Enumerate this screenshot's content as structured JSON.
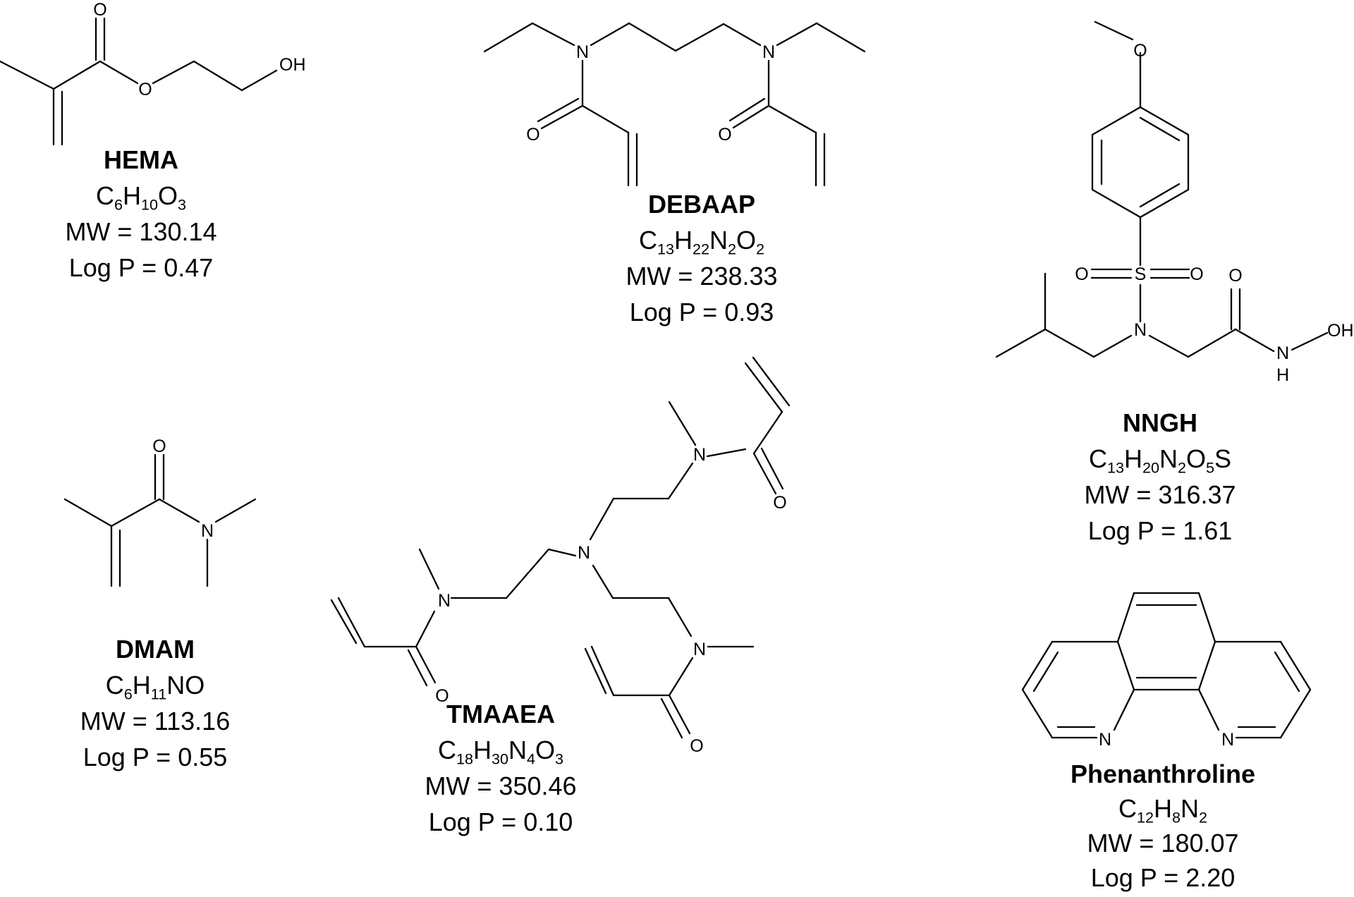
{
  "atoms": {
    "o": "O",
    "oh": "OH",
    "n": "N",
    "s": "S",
    "h": "H"
  },
  "compounds": [
    {
      "id": "hema",
      "name": "HEMA",
      "formula": [
        [
          "C",
          ""
        ],
        [
          "H",
          "6"
        ],
        [
          "O",
          "10"
        ],
        [
          "",
          "3"
        ]
      ],
      "mw": "MW = 130.14",
      "logp": "Log P = 0.47"
    },
    {
      "id": "debaap",
      "name": "DEBAAP",
      "formula": [
        [
          "C",
          ""
        ],
        [
          "H",
          "13"
        ],
        [
          "N",
          "22"
        ],
        [
          "O",
          "2"
        ],
        [
          "",
          "2"
        ]
      ],
      "mw": "MW = 238.33",
      "logp": "Log P = 0.93"
    },
    {
      "id": "nngh",
      "name": "NNGH",
      "formula": [
        [
          "C",
          ""
        ],
        [
          "H",
          "13"
        ],
        [
          "N",
          "20"
        ],
        [
          "O",
          "2"
        ],
        [
          "S",
          "5"
        ]
      ],
      "mw": "MW = 316.37",
      "logp": "Log P = 1.61"
    },
    {
      "id": "dmam",
      "name": "DMAM",
      "formula": [
        [
          "C",
          ""
        ],
        [
          "H",
          "6"
        ],
        [
          "NO",
          "11"
        ]
      ],
      "mw": "MW = 113.16",
      "logp": "Log P = 0.55"
    },
    {
      "id": "tmaaea",
      "name": "TMAAEA",
      "formula": [
        [
          "C",
          ""
        ],
        [
          "H",
          "18"
        ],
        [
          "N",
          "30"
        ],
        [
          "O",
          "4"
        ],
        [
          "",
          "3"
        ]
      ],
      "mw": "MW = 350.46",
      "logp": "Log P = 0.10"
    },
    {
      "id": "phen",
      "name": "Phenanthroline",
      "formula": [
        [
          "C",
          ""
        ],
        [
          "H",
          "12"
        ],
        [
          "N",
          "8"
        ],
        [
          "",
          "2"
        ]
      ],
      "mw": "MW = 180.07",
      "logp": "Log P = 2.20"
    }
  ]
}
